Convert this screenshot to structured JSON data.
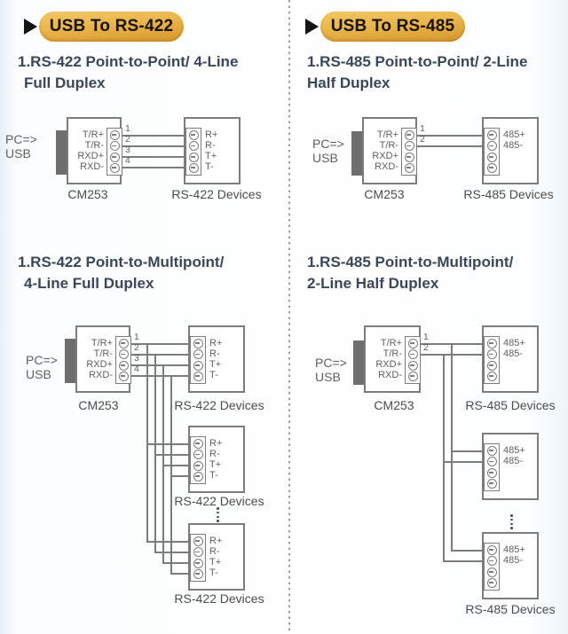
{
  "colors": {
    "accent_gold": "#e3ab3f",
    "badge_text": "#171310",
    "title_text": "#3b4759",
    "diagram_line": "#7c7c7c",
    "pin_text": "#5e5e5e",
    "caption_text": "#4b4b4b"
  },
  "left": {
    "badge": "USB To RS-422",
    "s1_title1": "1.RS-422 Point-to-Point/ 4-Line",
    "s1_title2": "Full Duplex",
    "s2_title1": "1.RS-422 Point-to-Multipoint/",
    "s2_title2": "4-Line Full Duplex",
    "host1": "PC=>",
    "host2": "USB",
    "adapter": "CM253",
    "adapter_pins": [
      "T/R+",
      "T/R-",
      "RXD+",
      "RXD-"
    ],
    "wire_nums": [
      "1",
      "2",
      "3",
      "4"
    ],
    "device_pins": [
      "R+",
      "R-",
      "T+",
      "T-"
    ],
    "device_label": "RS-422 Devices"
  },
  "right": {
    "badge": "USB To RS-485",
    "s1_title1": "1.RS-485 Point-to-Point/ 2-Line",
    "s1_title2": "Half Duplex",
    "s2_title1": "1.RS-485 Point-to-Multipoint/",
    "s2_title2": "2-Line Half Duplex",
    "host1": "PC=>",
    "host2": "USB",
    "adapter": "CM253",
    "adapter_pins": [
      "T/R+",
      "T/R-",
      "RXD+",
      "RXD-"
    ],
    "wire_nums": [
      "1",
      "2"
    ],
    "device_pins": [
      "485+",
      "485-"
    ],
    "device_label": "RS-485 Devices"
  }
}
